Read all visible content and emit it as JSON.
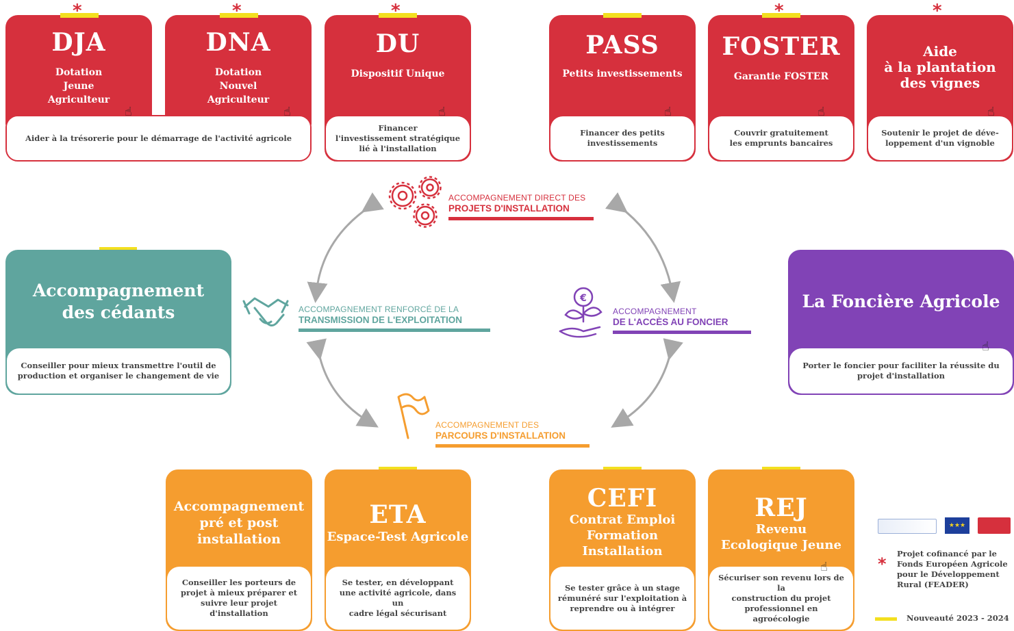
{
  "top_cards": [
    {
      "title": "DJA",
      "subtitle": "Dotation\nJeune\nAgriculteur"
    },
    {
      "title": "DNA",
      "subtitle": "Dotation\nNouvel\nAgriculteur"
    },
    {
      "shared_description": "Aider à la trésorerie pour le démarrage de l'activité agricole"
    },
    {
      "title": "DU",
      "subtitle": "Dispositif Unique",
      "description": "Financer\nl'investissement stratégique\nlié à l'installation"
    },
    {
      "title": "PASS",
      "subtitle": "Petits investissements",
      "description": "Financer des petits\ninvestissements"
    },
    {
      "title": "FOSTER",
      "subtitle": "Garantie FOSTER",
      "description": "Couvrir gratuitement\nles emprunts bancaires"
    },
    {
      "title": "Aide\nà la plantation\ndes vignes",
      "description": "Soutenir le projet de déve-\nloppement d'un vignoble"
    }
  ],
  "side_cards": {
    "cedants": {
      "title": "Accompagnement\ndes cédants",
      "description": "Conseiller pour mieux transmettre l'outil de\nproduction et organiser le changement de vie"
    },
    "fonciere": {
      "title": "La Foncière Agricole",
      "description": "Porter le foncier pour faciliter la réussite du\nprojet d'installation"
    }
  },
  "bottom_cards": [
    {
      "title": "Accompagnement\npré et post\ninstallation",
      "description": "Conseiller les porteurs de\nprojet à mieux préparer et\nsuivre leur projet\nd'installation"
    },
    {
      "title": "ETA",
      "subtitle": "Espace-Test Agricole",
      "description": "Se tester, en développant\nune activité agricole, dans un\ncadre légal sécurisant"
    },
    {
      "title": "CEFI",
      "subtitle": "Contrat Emploi\nFormation\nInstallation",
      "description": "Se tester grâce à un stage\nrémunéré sur l'exploitation à\nreprendre ou à intégrer"
    },
    {
      "title": "REJ",
      "subtitle": "Revenu\nEcologique Jeune",
      "description": "Sécuriser son revenu lors de la\nconstruction du projet\nprofessionnel en agroécologie"
    }
  ],
  "stages": {
    "direct": {
      "line1": "Accompagnement direct des",
      "line2": "projets d'installation",
      "color": "#d6303d"
    },
    "transmission": {
      "line1": "Accompagnement renforcé de la",
      "line2": "transmission de l'exploitation",
      "color": "#5fa59e"
    },
    "foncier": {
      "line1": "Accompagnement",
      "line2": "de l'accès au foncier",
      "color": "#8143b6"
    },
    "parcours": {
      "line1": "Accompagnement des",
      "line2": "parcours d'installation",
      "color": "#f59d2f"
    }
  },
  "legend": {
    "star_symbol": "*",
    "star_text": "Projet cofinancé par le\nFonds Européen Agricole\npour le Développement\nRural (FEADER)",
    "bar_text": "Nouveauté 2023 - 2024"
  },
  "icons": [
    "gears-icon",
    "handshake-icon",
    "money-plant-icon",
    "flag-icon",
    "pointer-hand-icon",
    "eu-flag-icon",
    "region-logo-icon"
  ],
  "colors": {
    "red": "#d6303d",
    "orange": "#f59d2f",
    "teal": "#5fa59e",
    "purple": "#8143b6",
    "yellow": "#f3df1f"
  }
}
